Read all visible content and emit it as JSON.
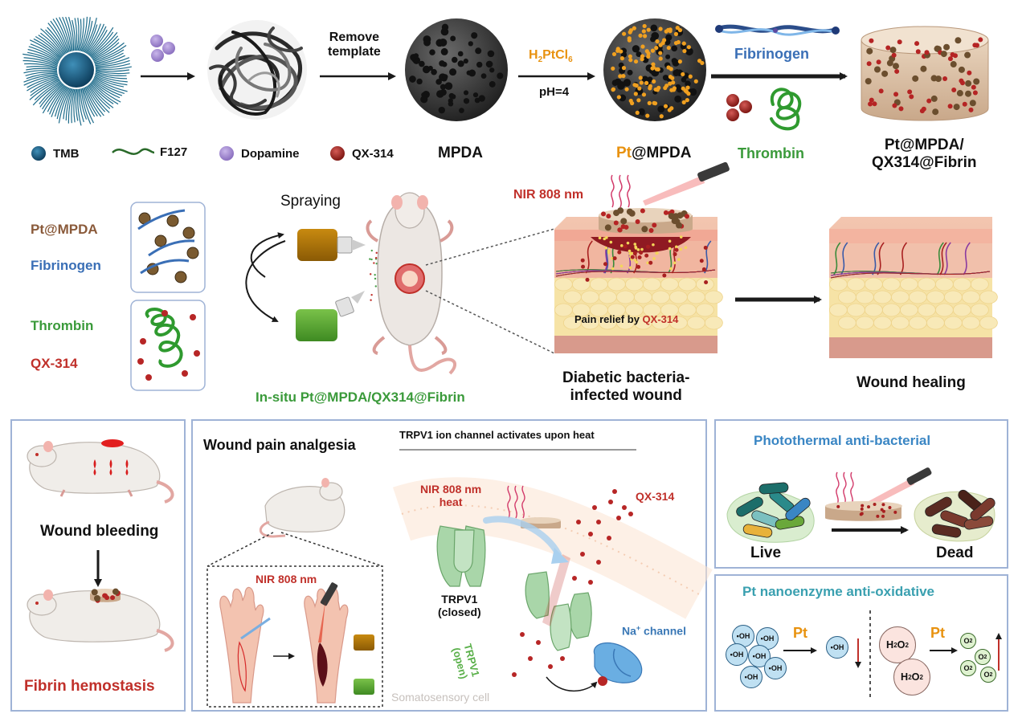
{
  "colors": {
    "pt_orange": "#e8920f",
    "fibrinogen_blue": "#3a6fb6",
    "thrombin_green": "#3a9a3a",
    "qx_red": "#c0302a",
    "pt_brown": "#8a5a3a",
    "teal_title": "#3aa0b0",
    "panel_border": "#9fb3d6",
    "mpda_dark": "#2b2b2b",
    "gold_particle": "#f0a020"
  },
  "icons": [
    "micelle-icon",
    "dopamine-beads-icon",
    "polymer-sphere-icon",
    "mpda-sphere-icon",
    "pt-mpda-sphere-icon",
    "fibrinogen-strand-icon",
    "thrombin-coil-icon",
    "fibrin-disc-icon",
    "laser-pen-icon",
    "rat-icon",
    "spray-bottle-icon",
    "skin-section-icon",
    "trpv1-channel-icon",
    "na-channel-icon",
    "bacteria-cluster-icon",
    "radical-bubble-icon",
    "oxygen-bubble-icon",
    "hand-icon"
  ],
  "synthesis": {
    "remove_template_1": "Remove",
    "remove_template_2": "template",
    "h2ptcl6_prefix": "H",
    "h2ptcl6_sub1": "2",
    "h2ptcl6_mid": "PtCl",
    "h2ptcl6_sub2": "6",
    "ph": "pH=4",
    "fibrinogen": "Fibrinogen",
    "thrombin": "Thrombin",
    "mpda": "MPDA",
    "pt_prefix": "Pt",
    "pt_suffix": "@MPDA",
    "product_line1": "Pt@MPDA/",
    "product_line2": "QX314@Fibrin"
  },
  "legend": {
    "tmb": "TMB",
    "f127": "F127",
    "dopamine": "Dopamine",
    "qx314": "QX-314"
  },
  "application": {
    "pt_mpda": "Pt@MPDA",
    "fibrinogen": "Fibrinogen",
    "thrombin": "Thrombin",
    "qx314": "QX-314",
    "spraying": "Spraying",
    "insitu": "In-situ Pt@MPDA/QX314@Fibrin",
    "nir": "NIR 808 nm",
    "pain_relief_prefix": "Pain relief by ",
    "pain_relief_agent": "QX-314",
    "diabetic_line1": "Diabetic  bacteria-",
    "diabetic_line2": "infected wound",
    "wound_healing": "Wound healing"
  },
  "hemostasis_panel": {
    "wound_bleeding": "Wound bleeding",
    "fibrin_hemostasis": "Fibrin hemostasis"
  },
  "analgesia_panel": {
    "title": "Wound pain analgesia",
    "subtitle": "TRPV1 ion channel activates upon heat",
    "nir": "NIR 808 nm",
    "nir_heat_1": "NIR 808 nm",
    "nir_heat_2": "heat",
    "qx314": "QX-314",
    "trpv1_closed_1": "TRPV1",
    "trpv1_closed_2": "(closed)",
    "trpv1_open_1": "TRPV1",
    "trpv1_open_2": "(open)",
    "na_prefix": "Na",
    "na_sup": "+",
    "na_suffix": " channel",
    "cell": "Somatosensory cell"
  },
  "photothermal_panel": {
    "title": "Photothermal  anti-bacterial",
    "live": "Live",
    "dead": "Dead"
  },
  "oxidative_panel": {
    "title": "Pt nanoenzyme anti-oxidative",
    "oh": "•OH",
    "pt": "Pt",
    "h2o2_prefix": "H",
    "h2o2_sub": "2",
    "h2o2_mid": "O",
    "o2_prefix": "O",
    "o2_sub": "2"
  }
}
